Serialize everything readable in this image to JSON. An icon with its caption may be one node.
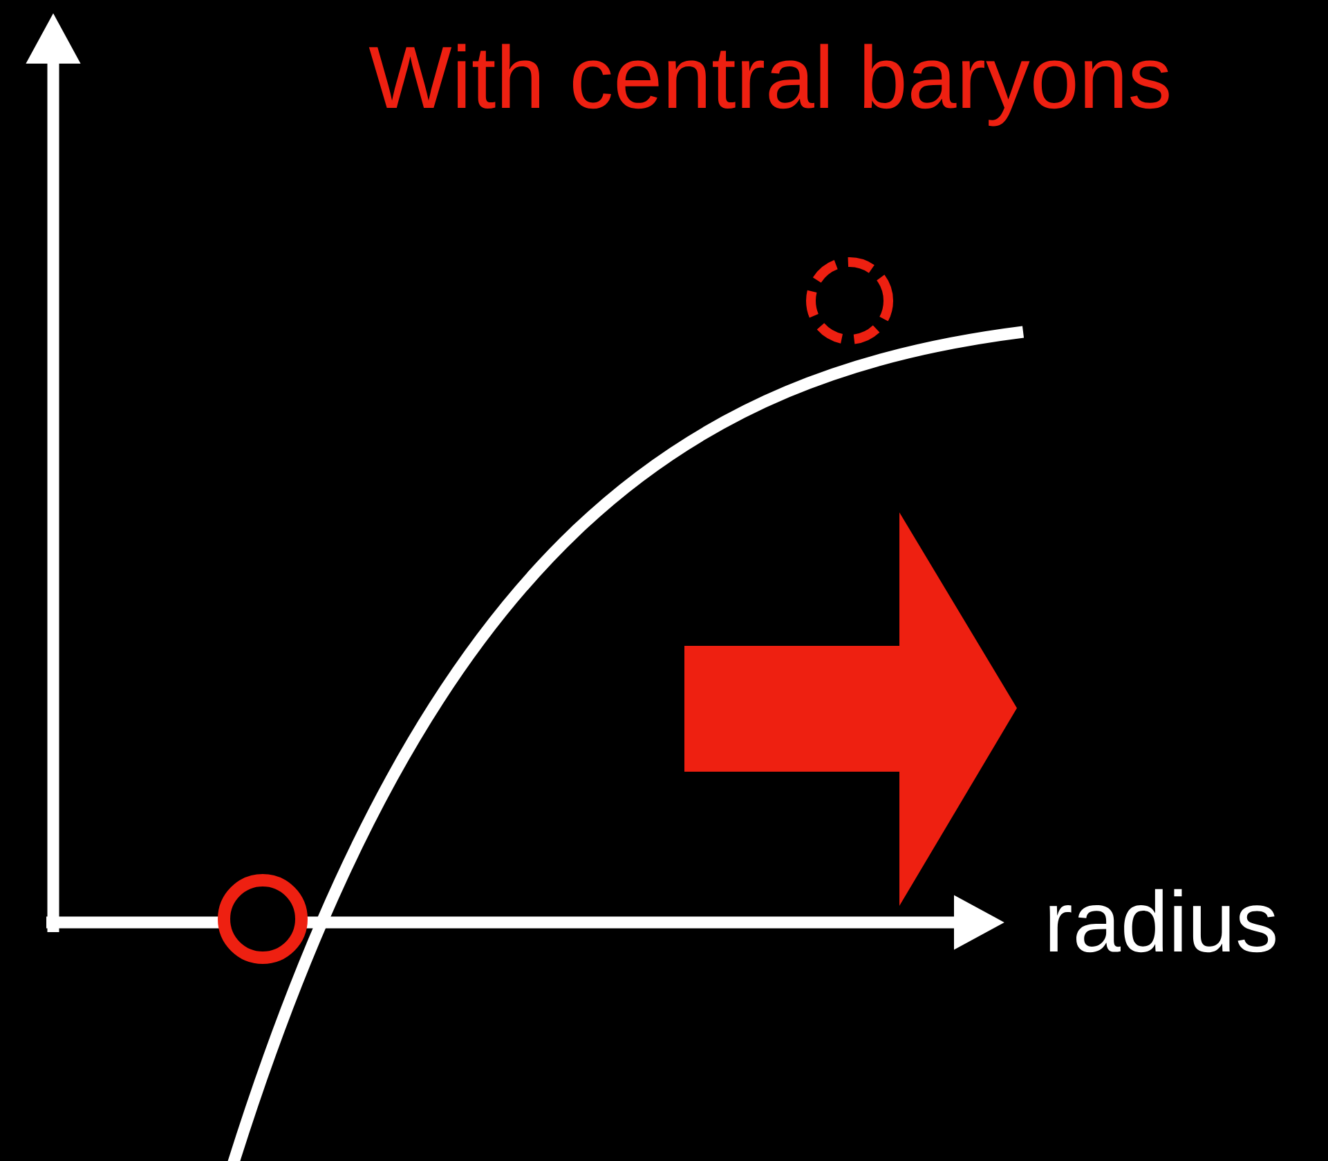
{
  "diagram": {
    "title": "With central baryons",
    "nodes": [
      {
        "text": [],
        "shape": "circle"
      },
      {
        "text": [],
        "shape": "circle"
      }
    ],
    "labels": [
      "radius"
    ]
  }
}
